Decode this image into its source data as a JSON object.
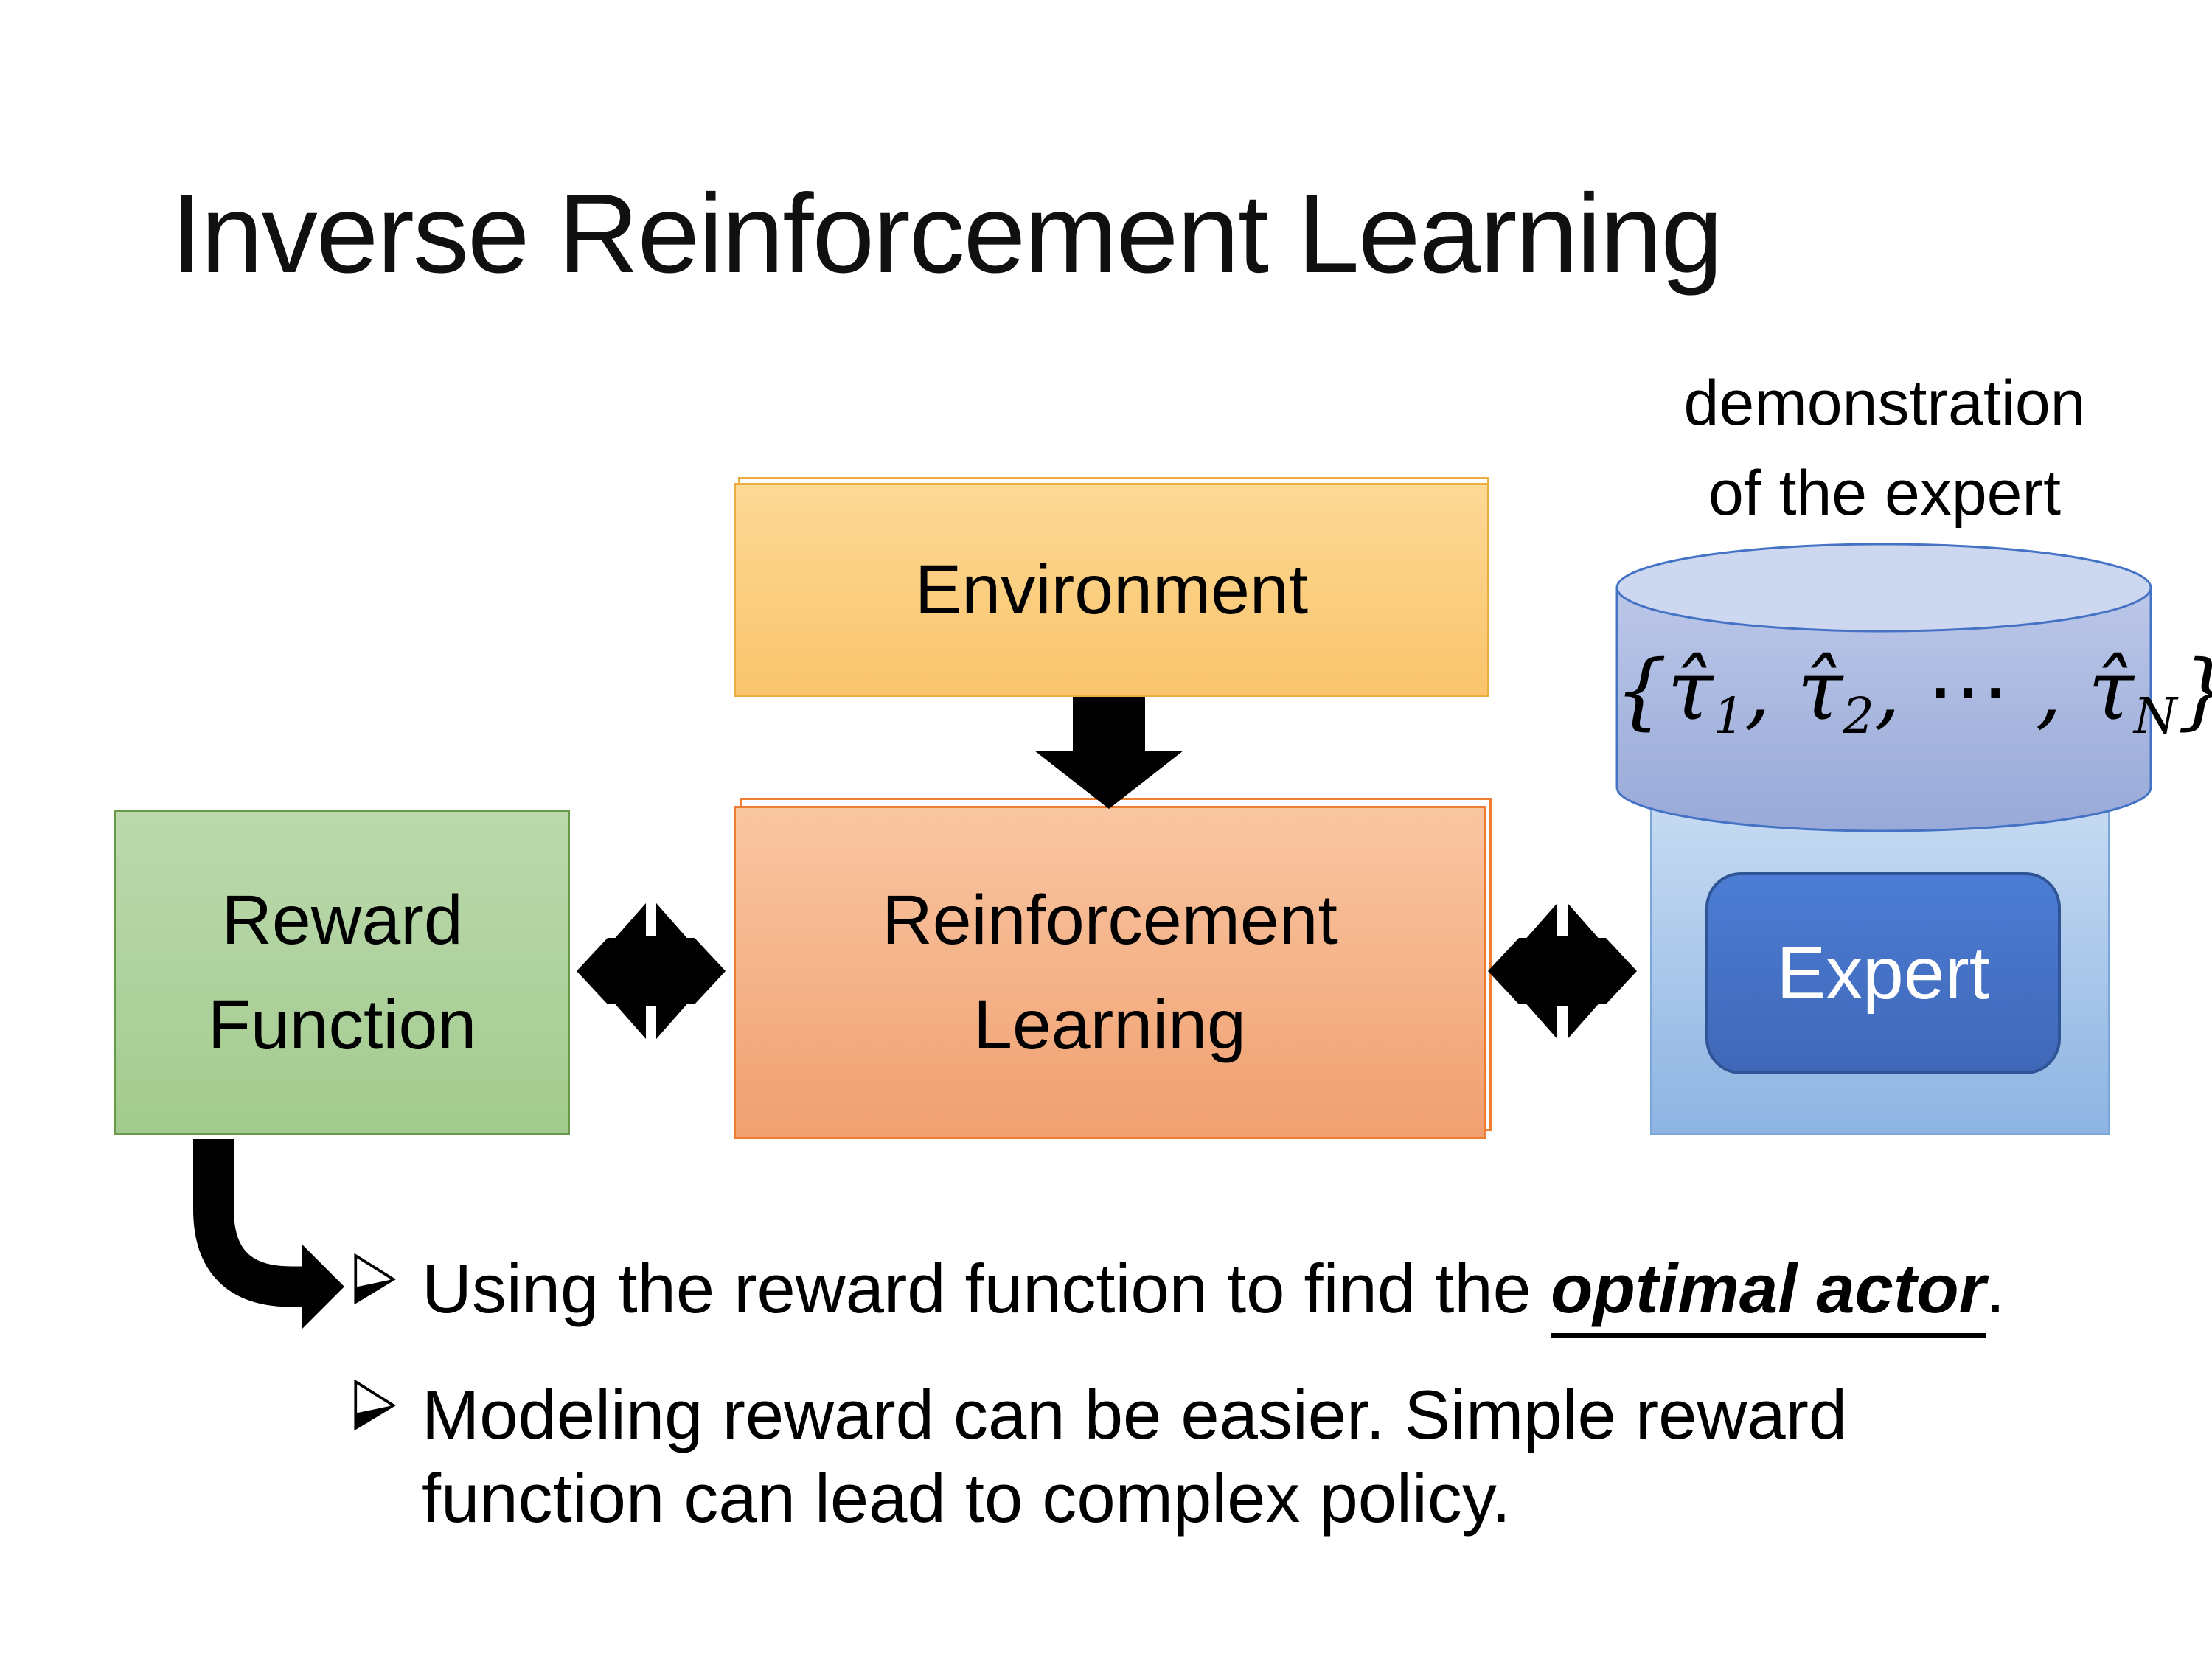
{
  "slide": {
    "title": "Inverse Reinforcement Learning"
  },
  "annotation": {
    "lines": [
      "demonstration",
      "of the expert"
    ]
  },
  "diagram": {
    "environment": {
      "label": "Environment"
    },
    "reward_function": {
      "lines": [
        "Reward",
        "Function"
      ]
    },
    "reinforcement_learning": {
      "lines": [
        "Reinforcement",
        "Learning"
      ]
    },
    "expert": {
      "label": "Expert"
    },
    "demonstrations_math": {
      "parts": [
        {
          "t": "{"
        },
        {
          "t": "τ̂",
          "sub": "1"
        },
        {
          "t": ", "
        },
        {
          "t": "τ̂",
          "sub": "2"
        },
        {
          "t": ", ⋯ , "
        },
        {
          "t": "τ̂",
          "sub": "N"
        },
        {
          "t": "}"
        }
      ]
    },
    "icons": [
      "down-arrow-icon",
      "double-arrow-icon",
      "double-arrow-icon",
      "bent-arrow-icon",
      "database-cylinder-icon"
    ]
  },
  "bullets": {
    "marker": "➢",
    "items": [
      {
        "segments": [
          {
            "text": "Using the reward function to find the "
          },
          {
            "text": "optimal actor",
            "emphasis": true
          },
          {
            "text": "."
          }
        ]
      },
      {
        "segments": [
          {
            "text": "Modeling reward can be easier. Simple reward function can lead to complex policy."
          }
        ]
      }
    ]
  },
  "colors": {
    "env-fill-top": "#FDD996",
    "env-fill-bottom": "#F9C46B",
    "env-border": "#ECAC3F",
    "green-fill-top": "#BCD9AE",
    "green-fill-bottom": "#A3CB8E",
    "green-border": "#69994B",
    "orange-fill-top": "#F9C6A2",
    "orange-fill-bottom": "#F0A070",
    "orange-border": "#ED7D31",
    "lb-fill-top": "#C7DBF2",
    "lb-fill-bottom": "#8DB4E2",
    "lb-border": "#7BA7DC",
    "cyl-fill-top": "#CED7F0",
    "cyl-body-top": "#BCC7E8",
    "cyl-body-bottom": "#98A9D8",
    "cyl-border": "#4472C4",
    "blue-fill-top": "#4C7CD4",
    "blue-fill-bottom": "#4068B8",
    "blue-border": "#2F5597",
    "ink": "#0B0B0B",
    "arrow": "#000000",
    "bg": "#FFFFFF"
  }
}
